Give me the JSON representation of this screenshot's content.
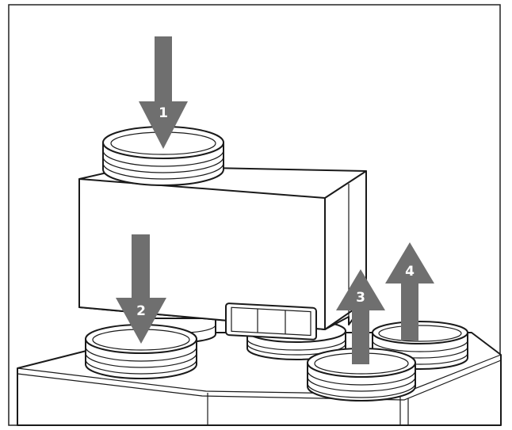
{
  "arrows": [
    {
      "id": 1,
      "label": "1",
      "direction": "down"
    },
    {
      "id": 2,
      "label": "2",
      "direction": "down"
    },
    {
      "id": 3,
      "label": "3",
      "direction": "up"
    },
    {
      "id": 4,
      "label": "4",
      "direction": "up"
    }
  ],
  "colors": {
    "arrow": "#6f6f6f",
    "outline": "#1a1a1a",
    "background": "#ffffff"
  }
}
